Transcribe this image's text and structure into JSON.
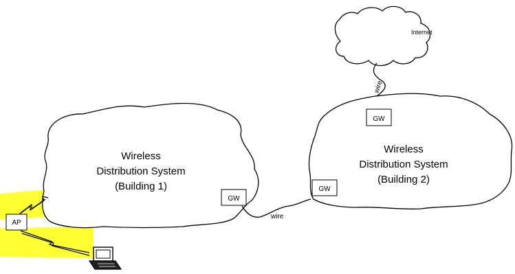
{
  "internet": {
    "label": "Internet"
  },
  "building1": {
    "lines": [
      "Wireless",
      "Distribution System",
      "(Building 1)"
    ],
    "gateway": "GW"
  },
  "building2": {
    "lines": [
      "Wireless",
      "Distribution System",
      "(Building 2)"
    ],
    "gateway_left": "GW",
    "gateway_top": "GW"
  },
  "links": {
    "internet_wire": "wire",
    "building_wire": "wire"
  },
  "access_point": {
    "label": "AP"
  },
  "colors": {
    "highlight": "#ffff33",
    "stroke": "#000000",
    "background": "#ffffff"
  },
  "icons": [
    "cloud-icon",
    "lightning-link-icon",
    "laptop-icon"
  ]
}
